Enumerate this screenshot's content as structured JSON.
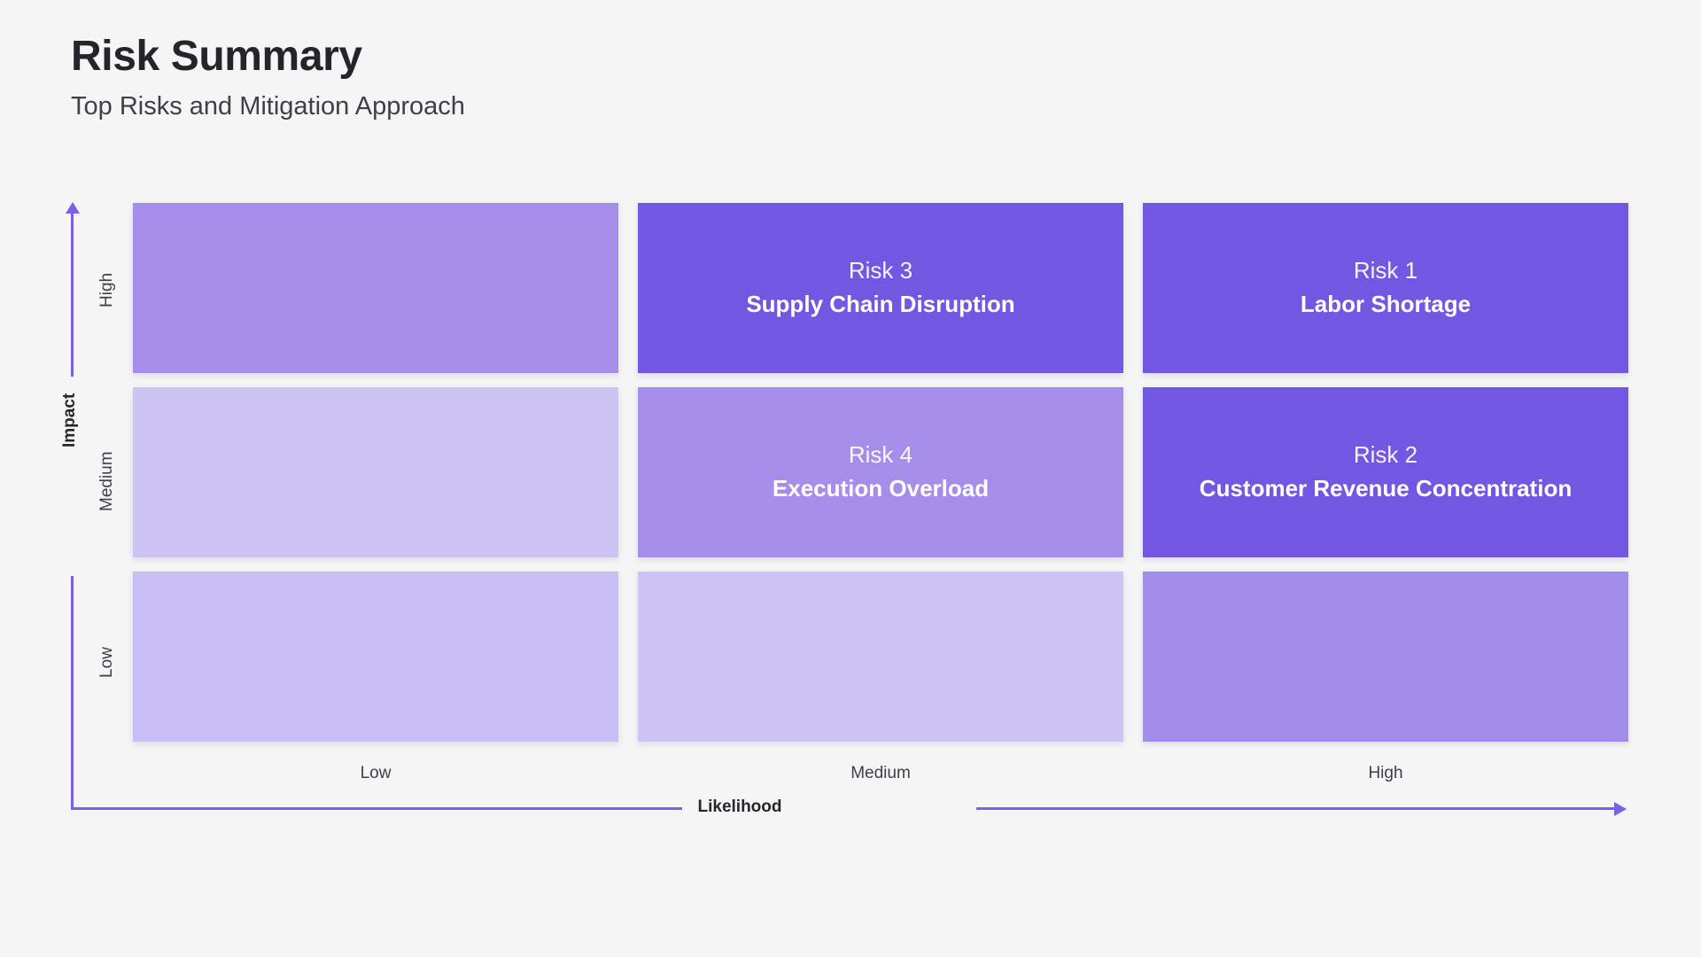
{
  "header": {
    "title": "Risk Summary",
    "subtitle": "Top Risks and Mitigation Approach"
  },
  "axes": {
    "y_title": "Impact",
    "x_title": "Likelihood",
    "y_ticks": [
      "High",
      "Medium",
      "Low"
    ],
    "x_ticks": [
      "Low",
      "Medium",
      "High"
    ]
  },
  "colors": {
    "background": "#f5f5f6",
    "axis": "#7b5fe6",
    "cell_high": "#7257e3",
    "cell_medium": "#a58dea",
    "cell_low": "#cdc4f3",
    "title_text": "#24242b",
    "cell_text": "#ffffff"
  },
  "chart_data": {
    "type": "heatmap",
    "title": "Risk Summary",
    "subtitle": "Top Risks and Mitigation Approach",
    "xlabel": "Likelihood",
    "ylabel": "Impact",
    "x_categories": [
      "Low",
      "Medium",
      "High"
    ],
    "y_categories": [
      "High",
      "Medium",
      "Low"
    ],
    "grid": false,
    "legend": "none",
    "cells": [
      {
        "row": "High",
        "col": "Low",
        "level": "medium",
        "color": "#a58dea",
        "risk_id": "",
        "risk_name": ""
      },
      {
        "row": "High",
        "col": "Medium",
        "level": "high",
        "color": "#7257e3",
        "risk_id": "Risk 3",
        "risk_name": "Supply Chain Disruption"
      },
      {
        "row": "High",
        "col": "High",
        "level": "high",
        "color": "#7257e3",
        "risk_id": "Risk 1",
        "risk_name": "Labor Shortage"
      },
      {
        "row": "Medium",
        "col": "Low",
        "level": "low",
        "color": "#cdc4f3",
        "risk_id": "",
        "risk_name": ""
      },
      {
        "row": "Medium",
        "col": "Medium",
        "level": "medium",
        "color": "#a58dea",
        "risk_id": "Risk 4",
        "risk_name": "Execution Overload"
      },
      {
        "row": "Medium",
        "col": "High",
        "level": "high",
        "color": "#7257e3",
        "risk_id": "Risk 2",
        "risk_name": "Customer Revenue Concentration"
      },
      {
        "row": "Low",
        "col": "Low",
        "level": "low",
        "color": "#c9bef3",
        "risk_id": "",
        "risk_name": ""
      },
      {
        "row": "Low",
        "col": "Medium",
        "level": "low",
        "color": "#cdc4f5",
        "risk_id": "",
        "risk_name": ""
      },
      {
        "row": "Low",
        "col": "High",
        "level": "medium",
        "color": "#a38dec",
        "risk_id": "",
        "risk_name": ""
      }
    ],
    "risks": [
      {
        "id": "Risk 1",
        "name": "Labor Shortage",
        "impact": "High",
        "likelihood": "High"
      },
      {
        "id": "Risk 2",
        "name": "Customer Revenue Concentration",
        "impact": "Medium",
        "likelihood": "High"
      },
      {
        "id": "Risk 3",
        "name": "Supply Chain Disruption",
        "impact": "High",
        "likelihood": "Medium"
      },
      {
        "id": "Risk 4",
        "name": "Execution Overload",
        "impact": "Medium",
        "likelihood": "Medium"
      }
    ]
  }
}
